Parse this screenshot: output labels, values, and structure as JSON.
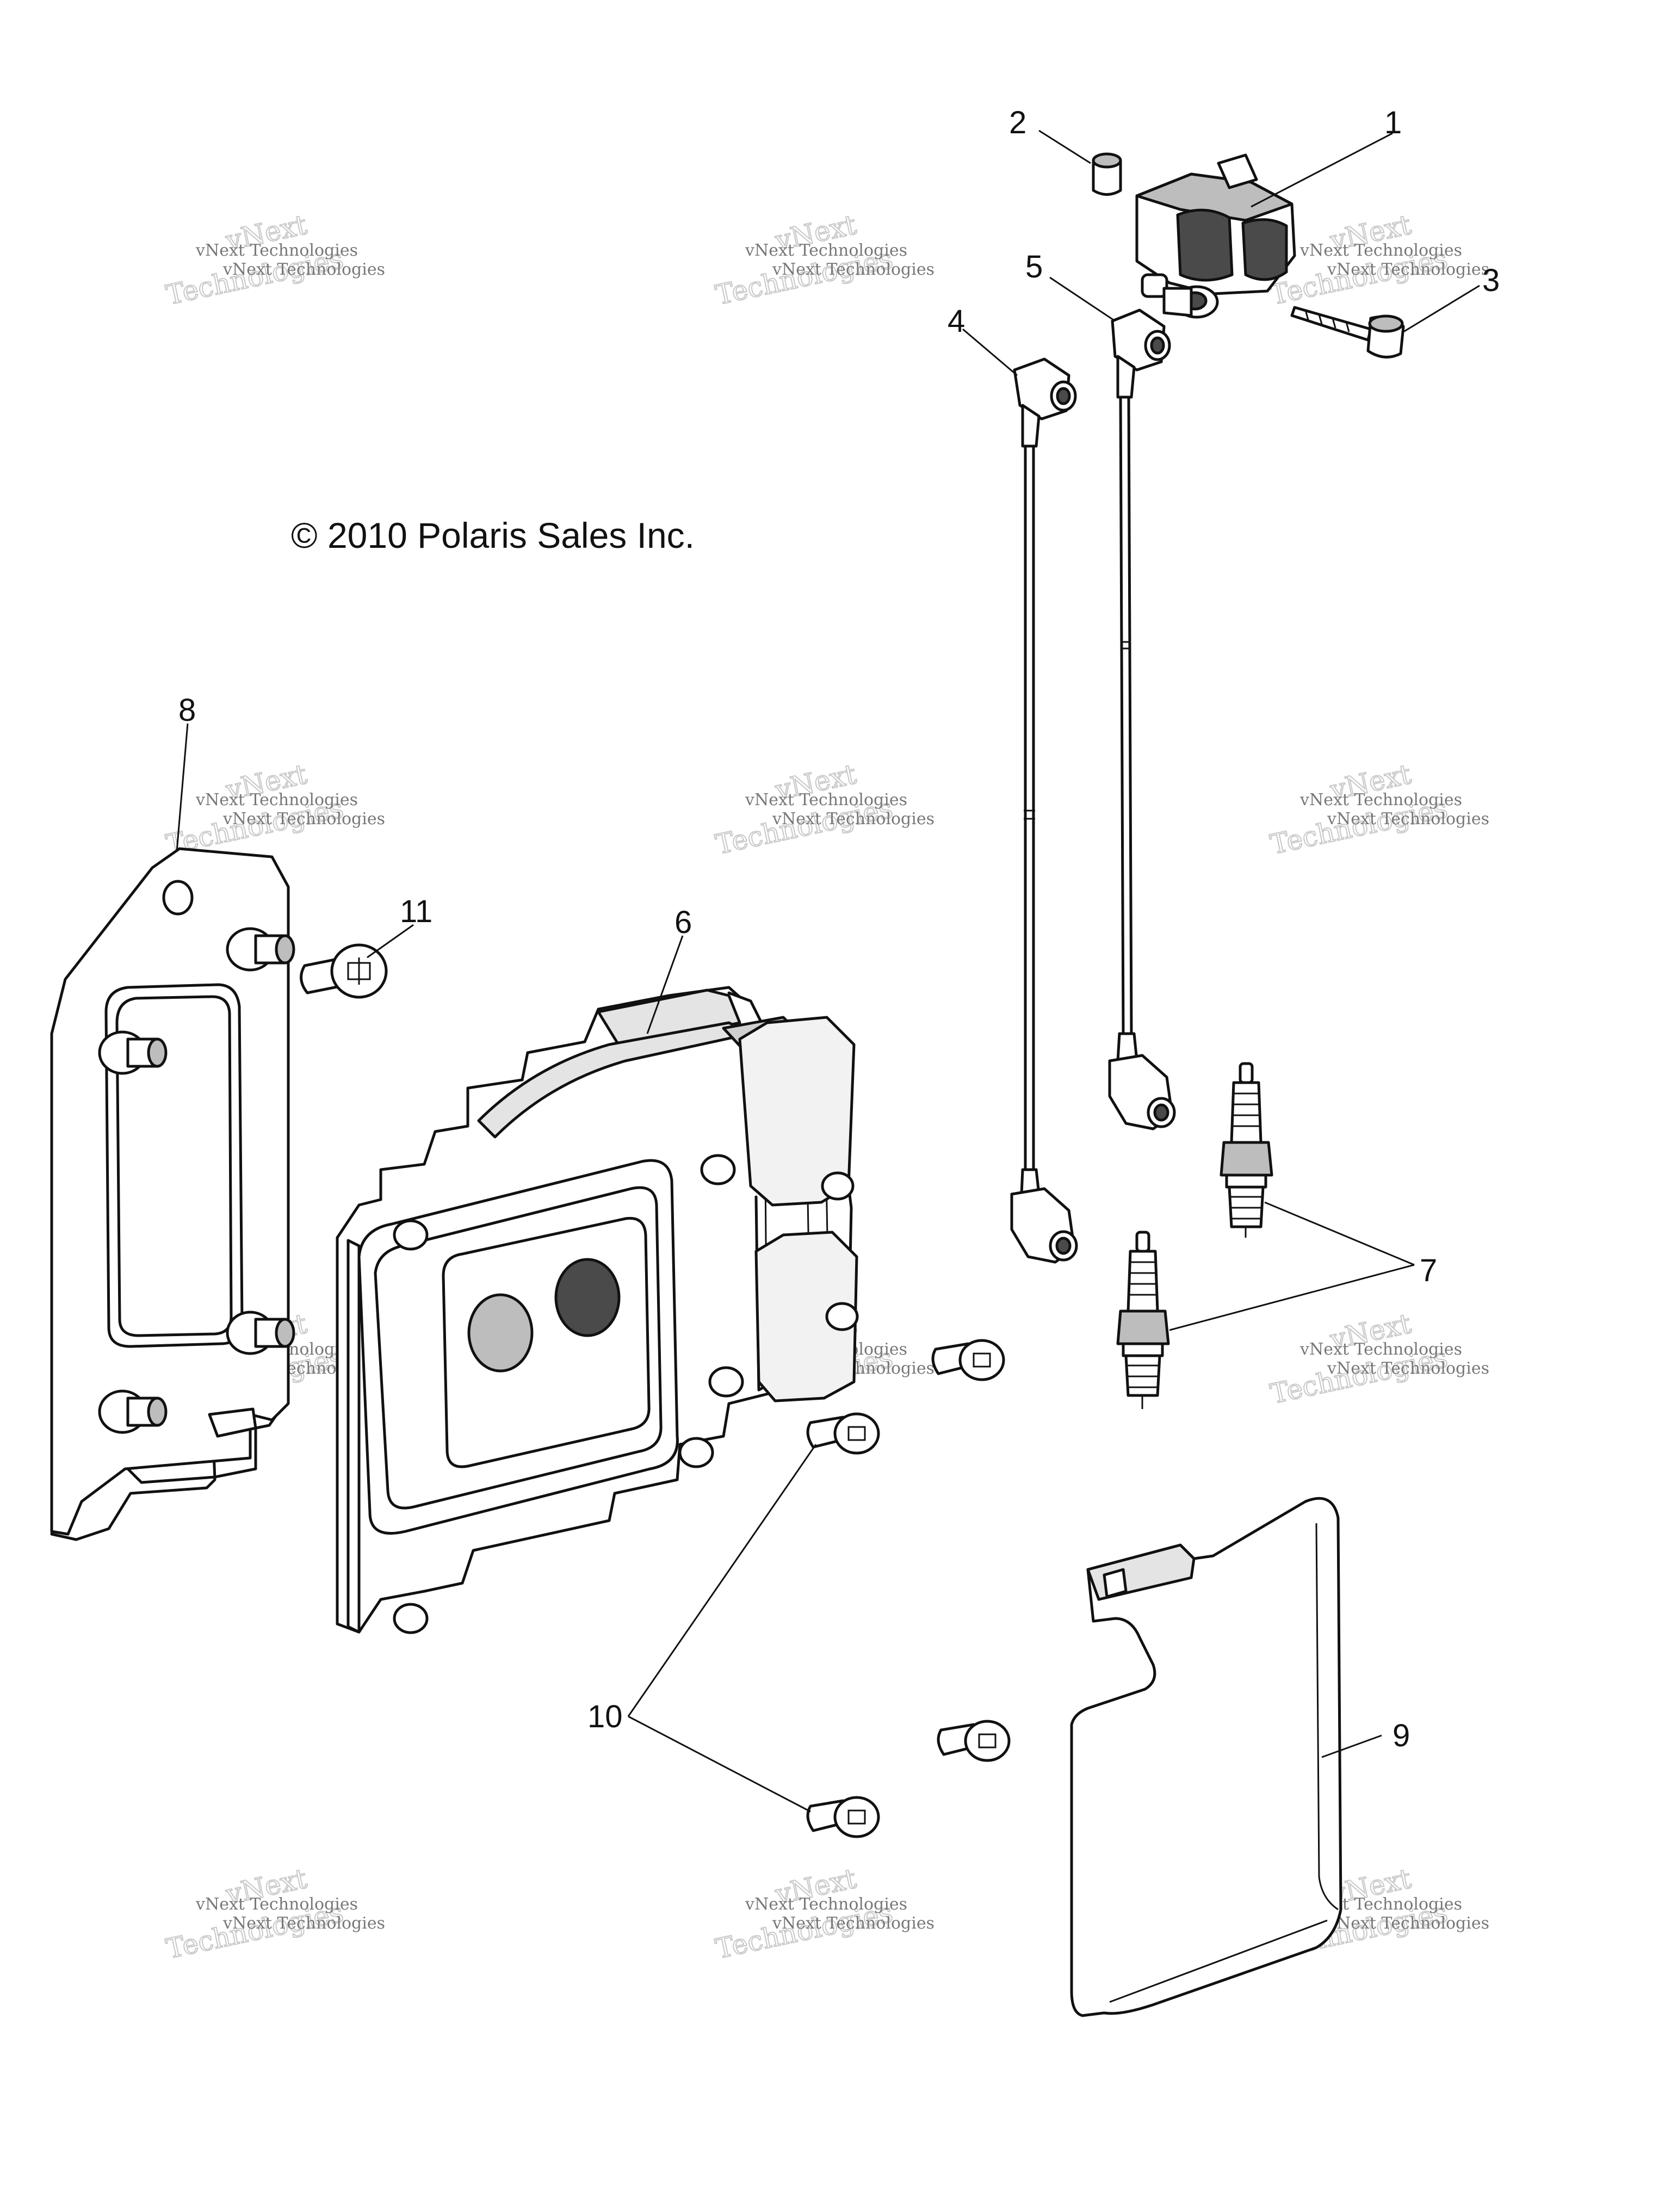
{
  "copyright": "© 2010 Polaris Sales Inc.",
  "watermark": {
    "line_small": "vNext Technologies",
    "line_top": "vNext",
    "line_big": "Technologies"
  },
  "callouts": [
    "1",
    "2",
    "3",
    "4",
    "5",
    "6",
    "7",
    "8",
    "9",
    "10",
    "11"
  ],
  "colors": {
    "line": "#111111",
    "watermark": "#777777",
    "background": "#ffffff"
  }
}
